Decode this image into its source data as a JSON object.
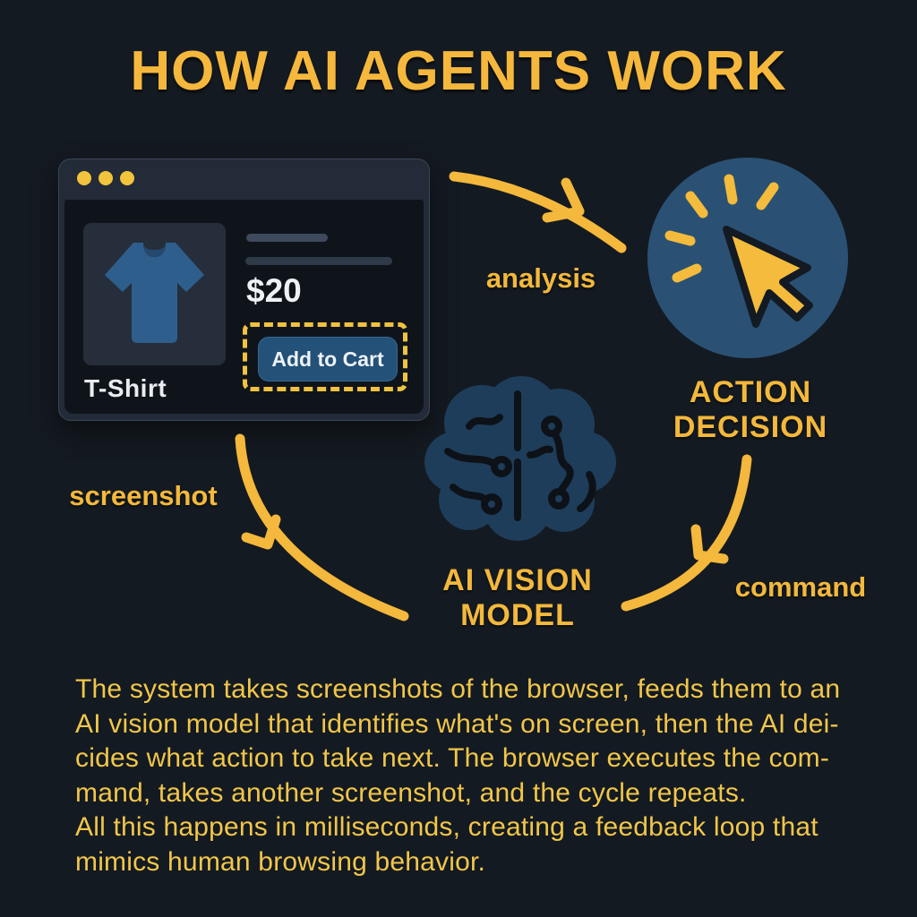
{
  "title": "HOW AI AGENTS WORK",
  "colors": {
    "background": "#141a21",
    "accent_gold": "#f3b83c",
    "body_text_gold": "#f1c64a",
    "node_circle_blue": "#2a5173",
    "brain_blue": "#1e3d5a",
    "tshirt_blue": "#2e5e8c",
    "button_blue": "#235178",
    "browser_frame": "#222b37",
    "browser_body": "#0f141b",
    "white_text": "#eef1f5"
  },
  "diagram": {
    "browser": {
      "product_name": "T-Shirt",
      "price": "$20",
      "button_label": "Add to Cart",
      "traffic_light_dots": 3
    },
    "nodes": {
      "action_decision": {
        "line1": "ACTION",
        "line2": "DECISION",
        "icon": "cursor-click-icon"
      },
      "ai_vision_model": {
        "line1": "AI VISION",
        "line2": "MODEL",
        "icon": "brain-circuit-icon"
      }
    },
    "edges": {
      "analysis": "analysis",
      "command": "command",
      "screenshot": "screenshot"
    }
  },
  "description": {
    "lines": [
      "The system takes screenshots of the browser, feeds them to an",
      "AI vision model that identifies what's on screen, then the AI dei-",
      "cides what action to take next. The browser executes the com-",
      "mand, takes another screenshot, and the cycle repeats.",
      "All this happens in milliseconds, creating a feedback loop that",
      "mimics human browsing behavior."
    ]
  }
}
